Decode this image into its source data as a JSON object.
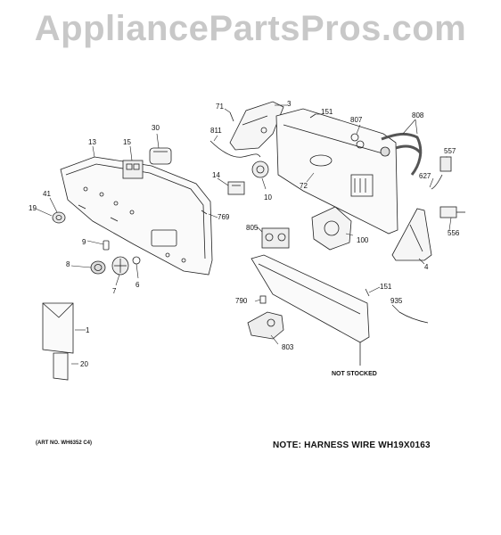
{
  "watermark": "AppliancePartsPros.com",
  "callouts": {
    "p71": "71",
    "p3": "3",
    "p151a": "151",
    "p807": "807",
    "p808": "808",
    "p811": "811",
    "p30": "30",
    "p13": "13",
    "p15": "15",
    "p14": "14",
    "p10": "10",
    "p72": "72",
    "p557": "557",
    "p627": "627",
    "p41": "41",
    "p19": "19",
    "p769": "769",
    "p805": "805",
    "p100": "100",
    "p556": "556",
    "p9": "9",
    "p8": "8",
    "p7": "7",
    "p6": "6",
    "p4": "4",
    "p151b": "151",
    "p790": "790",
    "p935": "935",
    "p1": "1",
    "p803": "803",
    "p20": "20"
  },
  "not_stocked": "NOT STOCKED",
  "art_no": "(ART NO. WH6352 C4)",
  "note": "NOTE: HARNESS WIRE WH19X0163"
}
